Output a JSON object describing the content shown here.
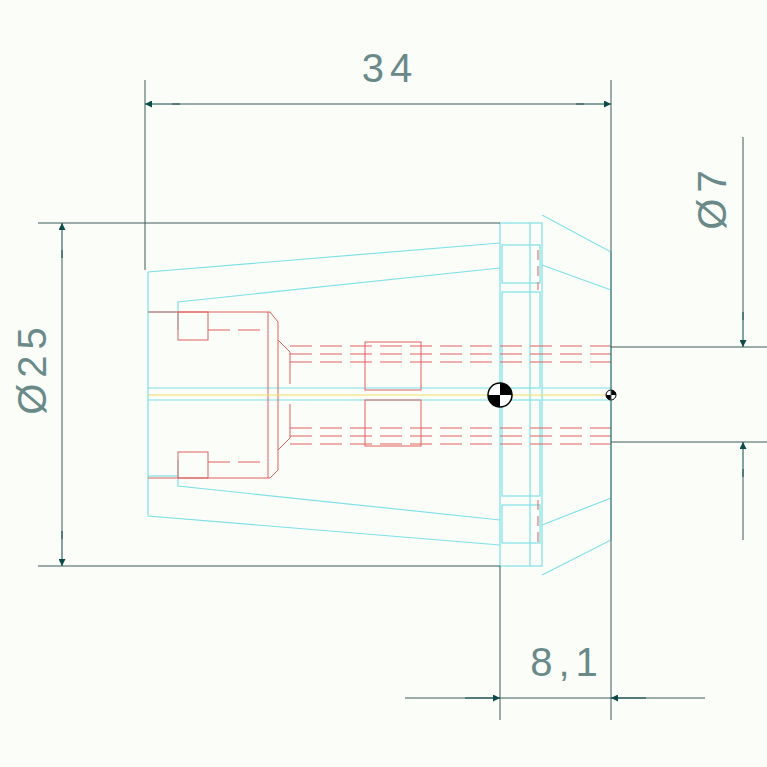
{
  "diagram": {
    "labels": [
      "34",
      "Ø25",
      "Ø7",
      "8,1"
    ]
  }
}
